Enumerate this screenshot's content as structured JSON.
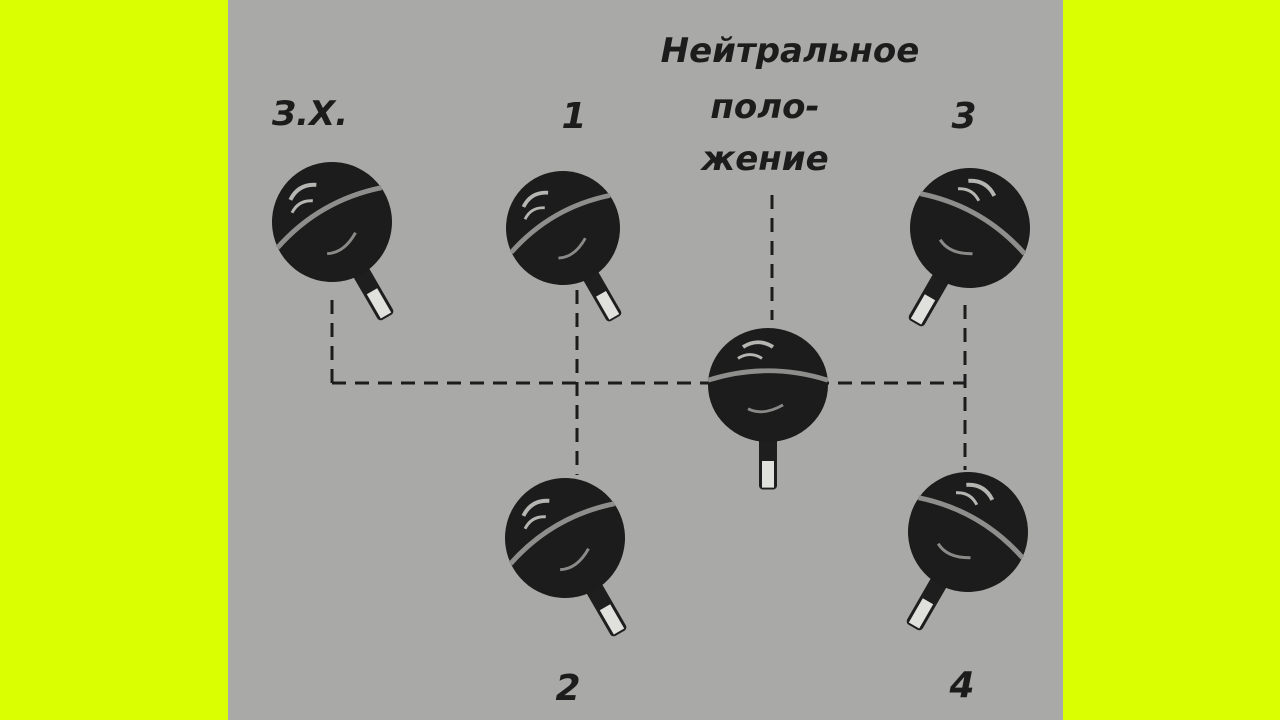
{
  "colors": {
    "background": "#d9ff00",
    "paper": "#a9a9a7",
    "ink": "#1c1c1c"
  },
  "labels": {
    "neutral_line1": "Нейтральное",
    "neutral_line2": "поло-",
    "neutral_line3": "жение",
    "reverse": "З.Х.",
    "gear1": "1",
    "gear2": "2",
    "gear3": "3",
    "gear4": "4"
  }
}
